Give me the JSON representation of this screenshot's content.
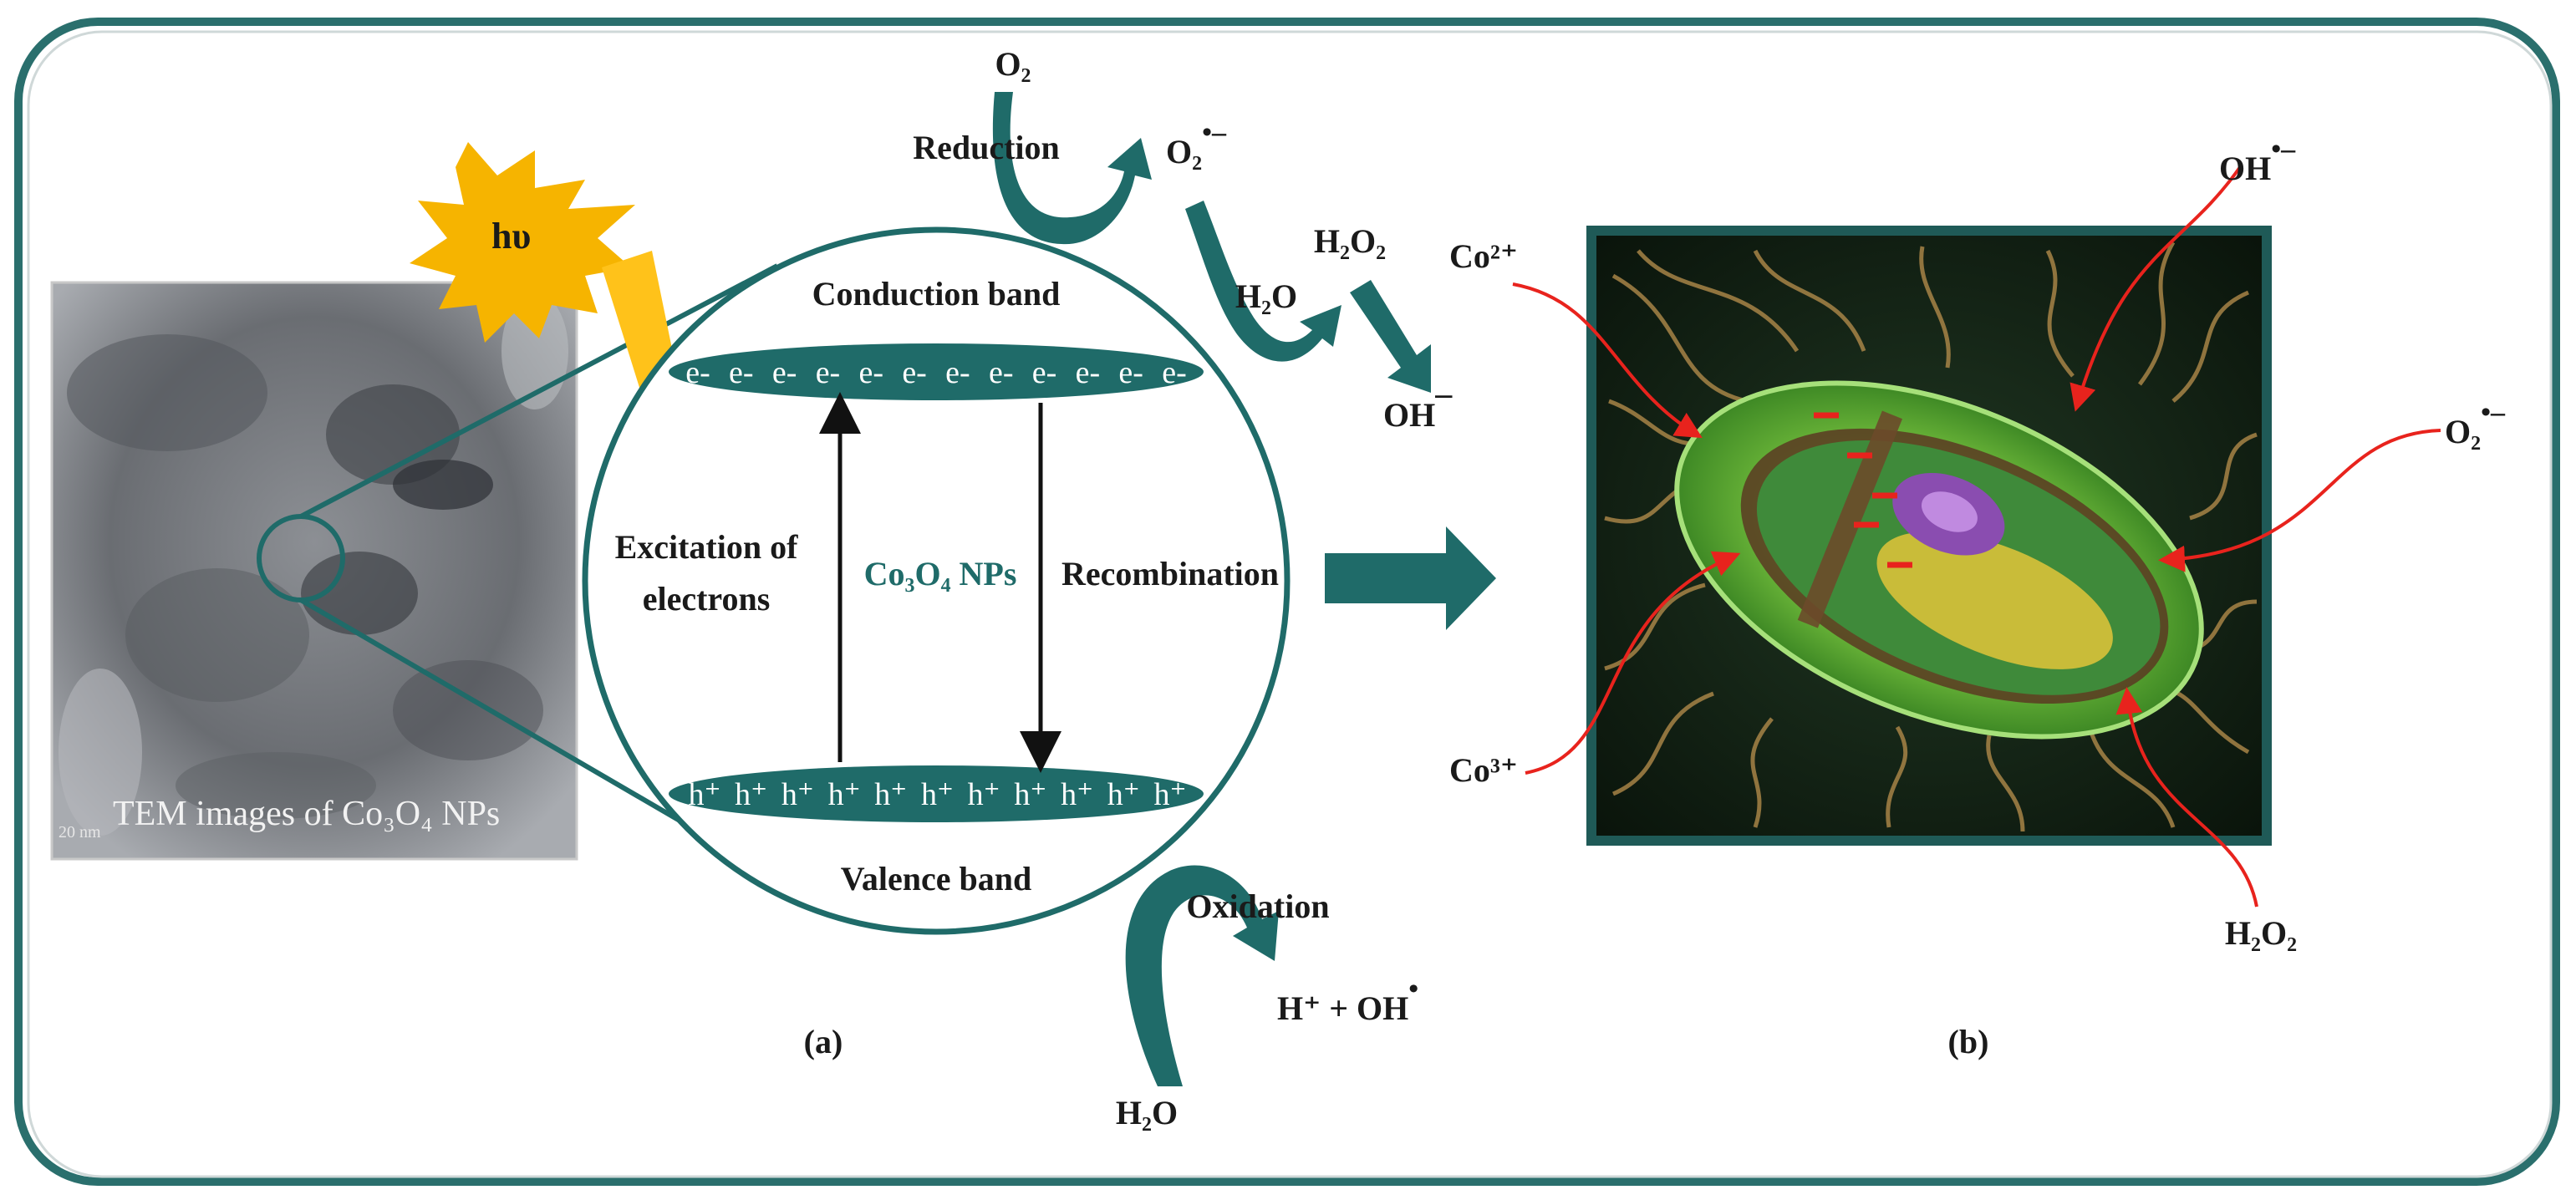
{
  "panel_a": {
    "tem_caption": "TEM images of Co₃O₄ NPs",
    "scale_bar": "20 nm",
    "photon": "hυ",
    "conduction_band": "Conduction band",
    "valence_band": "Valence band",
    "electrons": [
      "e-",
      "e-",
      "e-",
      "e-",
      "e-",
      "e-",
      "e-",
      "e-",
      "e-",
      "e-",
      "e-",
      "e-"
    ],
    "holes": [
      "h⁺",
      "h⁺",
      "h⁺",
      "h⁺",
      "h⁺",
      "h⁺",
      "h⁺",
      "h⁺",
      "h⁺",
      "h⁺",
      "h⁺"
    ],
    "excitation_line1": "Excitation of",
    "excitation_line2": "electrons",
    "material": "Co₃O₄ NPs",
    "recombination": "Recombination",
    "o2": "O₂",
    "reduction": "Reduction",
    "superoxide": "O₂",
    "superoxide_sup": "•–",
    "h2o_top": "H₂O",
    "h2o2_top": "H₂O₂",
    "oh_minus": "OH",
    "oh_minus_sup": "–",
    "oxidation": "Oxidation",
    "h_oh": "H⁺ + OH",
    "h_oh_sup": "•",
    "h2o_bottom": "H₂O",
    "label": "(a)"
  },
  "panel_b": {
    "co2": "Co²⁺",
    "co3": "Co³⁺",
    "oh_radical": "OH",
    "oh_radical_sup": "•–",
    "o2_radical": "O₂",
    "o2_radical_sup": "•–",
    "h2o2": "H₂O₂",
    "label": "(b)"
  },
  "colors": {
    "teal": "#1f6b69",
    "sun": "#f6b400",
    "sun_beam": "#ffc21a",
    "red_arrow": "#e8231d",
    "bacteria_bg": "#0f1d10",
    "membrane": "#6fc23a"
  }
}
